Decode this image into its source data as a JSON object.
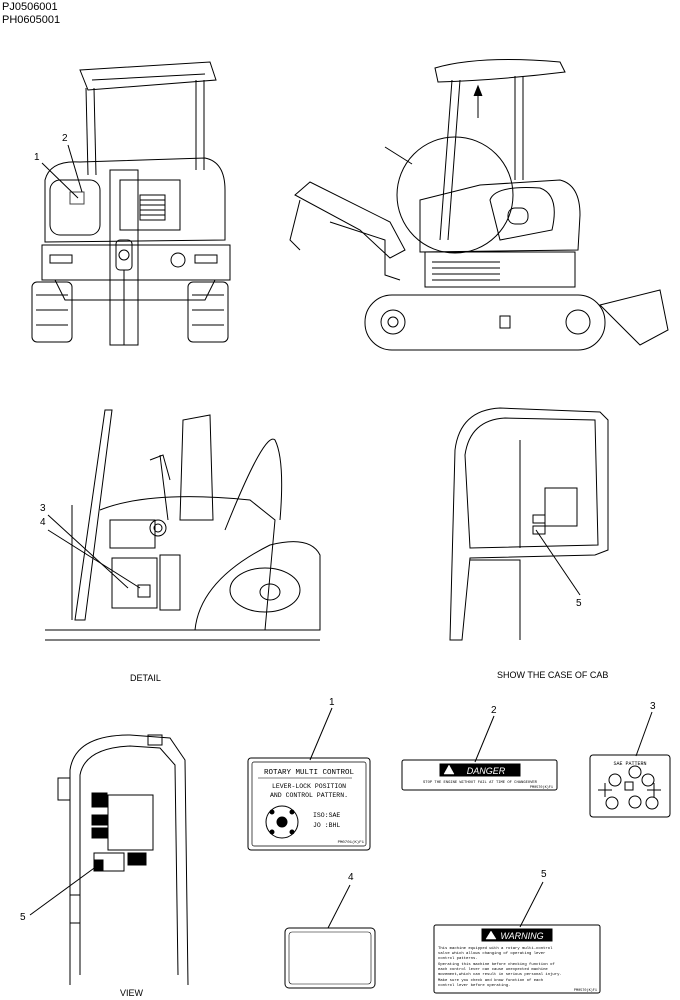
{
  "header": {
    "line1": "PJ0506001",
    "line2": "PH0605001"
  },
  "captions": {
    "detail": "DETAIL",
    "cab": "SHOW THE CASE OF CAB",
    "view": "VIEW"
  },
  "callouts": {
    "front_1": "1",
    "front_2": "2",
    "detail_3": "3",
    "detail_4": "4",
    "cab_5": "5",
    "view_5": "5",
    "label_1": "1",
    "label_2": "2",
    "label_3": "3",
    "label_4": "4",
    "label_5": "5"
  },
  "labels": {
    "rotary": {
      "line1": "ROTARY MULTI CONTROL",
      "line2": "LEVER-LOCK POSITION",
      "line3": "AND CONTROL PATTERN.",
      "iso": "ISO:SAE",
      "jo": "JO :BHL",
      "code": "PM0701(K)F1"
    },
    "danger": {
      "title": "DANGER",
      "text": "STOP THE ENGINE WITHOUT FAIL AT TIME OF CHANGEOVER",
      "code": "PM0570(K)F1"
    },
    "pattern": {
      "title": "SAE  PATTERN"
    },
    "warning": {
      "title": "WARNING",
      "l1": "This machine equipped with a rotary multi-control",
      "l2": "valve which allows changing of operating lever",
      "l3": "control patterns.",
      "l4": "Operating this machine before checking function of",
      "l5": "each control lever can cause unexpected machine",
      "l6": "movement,which can result in serious personal injury.",
      "l7": "Make sure you check and know function of each",
      "l8": "control lever before operating.",
      "code": "PM0570(K)F1"
    }
  }
}
